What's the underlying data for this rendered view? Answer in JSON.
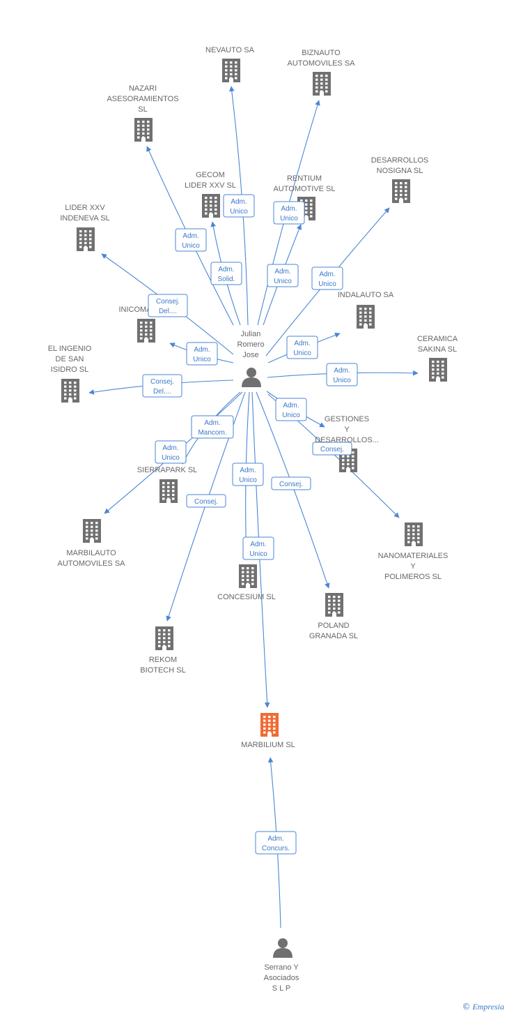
{
  "colors": {
    "company": "#707070",
    "company_highlight": "#f06a35",
    "person": "#707070",
    "edge": "#4a86d4",
    "edge_label": "#3a78c8",
    "node_label": "#666666"
  },
  "nodes": [
    {
      "id": "julian",
      "type": "person",
      "label": [
        "Julian",
        "Romero",
        "Jose"
      ]
    },
    {
      "id": "serrano",
      "type": "person",
      "label": [
        "Serrano Y",
        "Asociados",
        "S L P"
      ]
    },
    {
      "id": "marbilium",
      "type": "company_highlight",
      "label": [
        "MARBILIUM SL"
      ]
    },
    {
      "id": "nevauto",
      "type": "company",
      "label": [
        "NEVAUTO SA"
      ]
    },
    {
      "id": "biznauto",
      "type": "company",
      "label": [
        "BIZNAUTO",
        "AUTOMOVILES SA"
      ]
    },
    {
      "id": "nazari",
      "type": "company",
      "label": [
        "NAZARI",
        "ASESORAMIENTOS",
        "SL"
      ]
    },
    {
      "id": "desarrollos_nosigna",
      "type": "company",
      "label": [
        "DESARROLLOS",
        "NOSIGNA SL"
      ]
    },
    {
      "id": "gecom",
      "type": "company",
      "label": [
        "GECOM",
        "LIDER XXV SL"
      ]
    },
    {
      "id": "rentium",
      "type": "company",
      "label": [
        "RENTIUM",
        "AUTOMOTIVE SL"
      ]
    },
    {
      "id": "lider_indeneva",
      "type": "company",
      "label": [
        "LIDER XXV",
        "INDENEVA SL"
      ]
    },
    {
      "id": "indalauto",
      "type": "company",
      "label": [
        "INDALAUTO SA"
      ]
    },
    {
      "id": "inicoma",
      "type": "company",
      "label": [
        "INICOMA"
      ]
    },
    {
      "id": "ceramica",
      "type": "company",
      "label": [
        "CERAMICA",
        "SAKINA SL"
      ]
    },
    {
      "id": "ingenio",
      "type": "company",
      "label": [
        "EL INGENIO",
        "DE SAN",
        "ISIDRO SL"
      ]
    },
    {
      "id": "gestiones",
      "type": "company",
      "label": [
        "GESTIONES",
        "Y",
        "DESARROLLOS..."
      ]
    },
    {
      "id": "sierrapark",
      "type": "company",
      "label": [
        "SIERRAPARK SL"
      ]
    },
    {
      "id": "marbilauto",
      "type": "company",
      "label": [
        "MARBILAUTO",
        "AUTOMOVILES SA"
      ]
    },
    {
      "id": "nanomateriales",
      "type": "company",
      "label": [
        "NANOMATERIALES",
        "Y",
        "POLIMEROS SL"
      ]
    },
    {
      "id": "concesium",
      "type": "company",
      "label": [
        "CONCESIUM SL"
      ]
    },
    {
      "id": "poland",
      "type": "company",
      "label": [
        "POLAND",
        "GRANADA  SL"
      ]
    },
    {
      "id": "rekom",
      "type": "company",
      "label": [
        "REKOM",
        "BIOTECH SL"
      ]
    }
  ],
  "edges": [
    {
      "from": "julian",
      "to": "nevauto",
      "label": [
        "Adm.",
        "Unico"
      ]
    },
    {
      "from": "julian",
      "to": "biznauto",
      "label": [
        "Adm.",
        "Unico"
      ]
    },
    {
      "from": "julian",
      "to": "nazari",
      "label": [
        "Adm.",
        "Unico"
      ]
    },
    {
      "from": "julian",
      "to": "desarrollos_nosigna",
      "label": [
        "Adm.",
        "Unico"
      ]
    },
    {
      "from": "julian",
      "to": "gecom",
      "label": [
        "Adm.",
        "Solid."
      ]
    },
    {
      "from": "julian",
      "to": "rentium",
      "label": [
        "Adm.",
        "Unico"
      ]
    },
    {
      "from": "julian",
      "to": "lider_indeneva",
      "label": [
        "Consej.",
        "Del...."
      ]
    },
    {
      "from": "julian",
      "to": "indalauto",
      "label": [
        "Adm.",
        "Unico"
      ]
    },
    {
      "from": "julian",
      "to": "inicoma",
      "label": [
        "Adm.",
        "Unico"
      ]
    },
    {
      "from": "julian",
      "to": "ceramica",
      "label": [
        "Adm.",
        "Unico"
      ]
    },
    {
      "from": "julian",
      "to": "ingenio",
      "label": [
        "Consej.",
        "Del...."
      ]
    },
    {
      "from": "julian",
      "to": "gestiones",
      "label": [
        "Adm.",
        "Unico"
      ]
    },
    {
      "from": "julian",
      "to": "nanomateriales",
      "label": [
        "Consej."
      ]
    },
    {
      "from": "julian",
      "to": "sierrapark",
      "label": [
        "Adm.",
        "Unico"
      ]
    },
    {
      "from": "julian",
      "to": "marbilauto",
      "label": [
        "Adm.",
        "Mancom."
      ]
    },
    {
      "from": "julian",
      "to": "concesium",
      "label": [
        "Adm.",
        "Unico"
      ]
    },
    {
      "from": "julian",
      "to": "marbilium",
      "label": [
        "Adm.",
        "Unico"
      ]
    },
    {
      "from": "julian",
      "to": "poland",
      "label": [
        "Consej."
      ]
    },
    {
      "from": "julian",
      "to": "rekom",
      "label": [
        "Consej."
      ]
    },
    {
      "from": "serrano",
      "to": "marbilium",
      "label": [
        "Adm.",
        "Concurs."
      ]
    }
  ],
  "footer": {
    "copyright": "©",
    "brand": "Empresia"
  }
}
